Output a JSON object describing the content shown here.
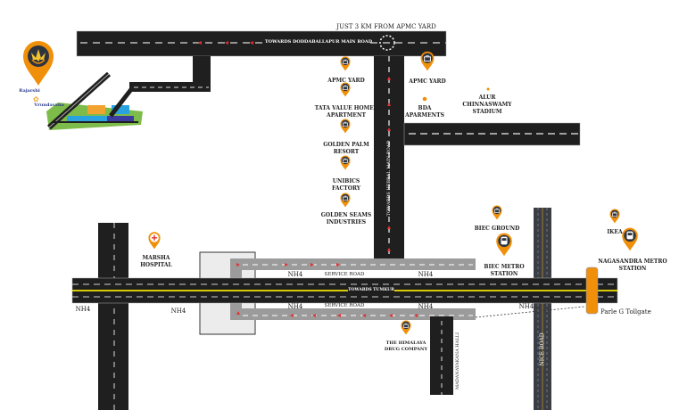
{
  "brand": {
    "name": "Rajarshi",
    "project": "Vrundavana"
  },
  "header": "JUST 3 KM FROM APMC YARD",
  "roads": {
    "top": "TOWARDS DODDABALLAPUR MAIN ROAD",
    "hebbal": "TOWARDS HEBBAL MAIN ROAD",
    "tumkur": "TOWARDS TUMKUR",
    "service_top": "SERVICE ROAD",
    "service_bottom": "SERVICE ROAD",
    "nh4": "NH4",
    "madanayakana": "MADANAYAKANA HALLI",
    "nice": "NICE ROAD"
  },
  "places": {
    "apmc1": "APMC YARD",
    "tata": "TATA VALUE HOMES\nAPARTMENT",
    "golden_palm": "GOLDEN PALM\nRESORT",
    "unibics": "UNIBICS\nFACTORY",
    "golden_seams": "GOLDEN SEAMS\nINDUSTRIES",
    "apmc2": "APMC YARD",
    "bda": "BDA\nAPARMENTS",
    "alur": "ALUR\nCHINNASWAMY\nSTADIUM",
    "biec_ground": "BIEC GROUND",
    "biec_metro": "BIEC METRO\nSTATION",
    "ikea": "IKEA",
    "nagasandra": "NAGASANDRA METRO\nSTATION",
    "marsha": "MARSHA\nHOSPITAL",
    "himalaya": "THE HIMALAYA\nDRUG COMPANY",
    "toll": "Parle G Tollgate"
  },
  "colors": {
    "road": "#1f1f1f",
    "service": "#9b9b9b",
    "pin": "#f0900a",
    "arrow": "#e53030",
    "yellow": "#f5e600"
  }
}
